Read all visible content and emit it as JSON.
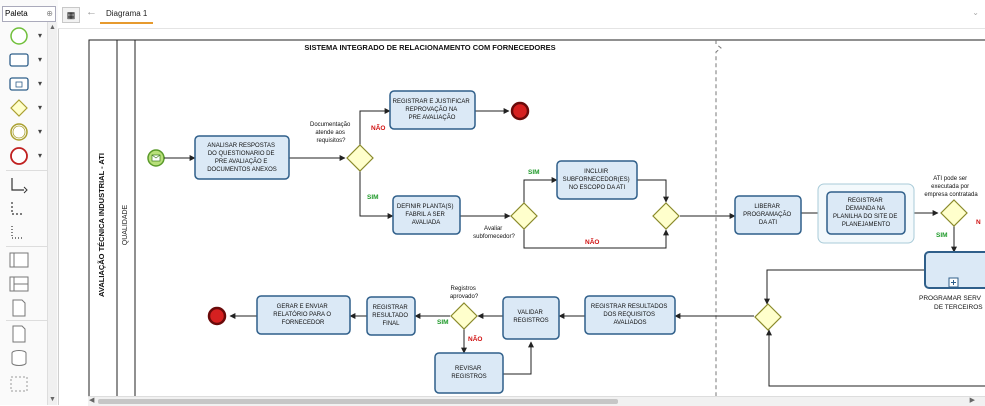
{
  "palette": {
    "title": "Paleta",
    "pin_icon": "pin-icon",
    "items": [
      {
        "name": "start-event-tool",
        "icon": "circle-icon"
      },
      {
        "name": "task-tool",
        "icon": "rounded-rect-icon"
      },
      {
        "name": "subprocess-tool",
        "icon": "subprocess-icon"
      },
      {
        "name": "gateway-tool",
        "icon": "diamond-icon"
      },
      {
        "name": "intermediate-event-tool",
        "icon": "double-circle-icon"
      },
      {
        "name": "end-event-tool",
        "icon": "red-circle-icon"
      },
      {
        "name": "sequence-flow-tool",
        "icon": "flow-icon"
      },
      {
        "name": "message-flow-tool",
        "icon": "dashed-flow-icon"
      },
      {
        "name": "association-tool",
        "icon": "dotted-flow-icon"
      },
      {
        "name": "pool-tool",
        "icon": "pool-icon"
      },
      {
        "name": "lane-tool",
        "icon": "lane-icon"
      },
      {
        "name": "data-object-tool",
        "icon": "document-icon"
      },
      {
        "name": "annotation-tool",
        "icon": "page-icon"
      },
      {
        "name": "data-store-tool",
        "icon": "database-icon"
      },
      {
        "name": "group-tool",
        "icon": "group-icon"
      }
    ]
  },
  "tabs": {
    "diagram_label": "Diagrama 1"
  },
  "diagram": {
    "pool_title": "SISTEMA INTEGRADO DE RELACIONAMENTO COM FORNECEDORES",
    "pool_label": "AVALIAÇÃO TÉCNICA INDUSTRIAL - ATI",
    "lane_label": "QUALIDADE",
    "tasks": {
      "analisar": [
        "ANALISAR RESPOSTAS",
        "DO QUESTIONARIO DE",
        "PRE AVALIAÇÃO E",
        "DOCUMENTOS ANEXOS"
      ],
      "registrar_reprovacao": [
        "REGISTRAR E JUSTIFICAR",
        "REPROVAÇÃO NA",
        "PRE AVALIAÇÃO"
      ],
      "definir_planta": [
        "DEFINIR PLANTA(S)",
        "FABRIL A SER",
        "AVALIADA"
      ],
      "incluir_subfornecedor": [
        "INCLUIR",
        "SUBFORNECEDOR(ES)",
        "NO ESCOPO DA ATI"
      ],
      "liberar": [
        "LIBERAR",
        "PROGRAMAÇÃO",
        "DA ATI"
      ],
      "registrar_demanda": [
        "REGISTRAR",
        "DEMANDA NA",
        "PLANILHA DO SITE DE",
        "PLANEJAMENTO"
      ],
      "programar": [
        "PROGRAMAR SERV",
        "DE TERCEIROS"
      ],
      "registrar_resultados": [
        "REGISTRAR RESULTADOS",
        "DOS REQUISITOS",
        "AVALIADOS"
      ],
      "validar": [
        "VALIDAR",
        "REGISTROS"
      ],
      "registrar_final": [
        "REGISTRAR",
        "RESULTADO",
        "FINAL"
      ],
      "gerar": [
        "GERAR E ENVIAR",
        "RELATÓRIO PARA O",
        "FORNECEDOR"
      ],
      "revisar": [
        "REVISAR",
        "REGISTROS"
      ]
    },
    "gateways": {
      "documentacao": [
        "Documentação",
        "atende aos",
        "requisitos?"
      ],
      "avaliar": [
        "Avaliar",
        "subfornecedor?"
      ],
      "ati_terceiros": [
        "ATI pode ser",
        "executada por",
        "empresa contratada"
      ],
      "registros": [
        "Registros",
        "aprovado?"
      ]
    },
    "flow_labels": {
      "nao": "NÃO",
      "sim": "SIM",
      "nao_short": "N"
    },
    "colors": {
      "task_fill": "#dbe9f6",
      "task_stroke": "#2f5f8a",
      "gateway_fill": "#ffffcc",
      "gateway_stroke": "#8a8a2a",
      "start_fill": "#b8e07a",
      "end_fill": "#d62020",
      "sim": "#1f9a2a",
      "nao": "#d01010",
      "tab_accent": "#e69a2e"
    }
  }
}
